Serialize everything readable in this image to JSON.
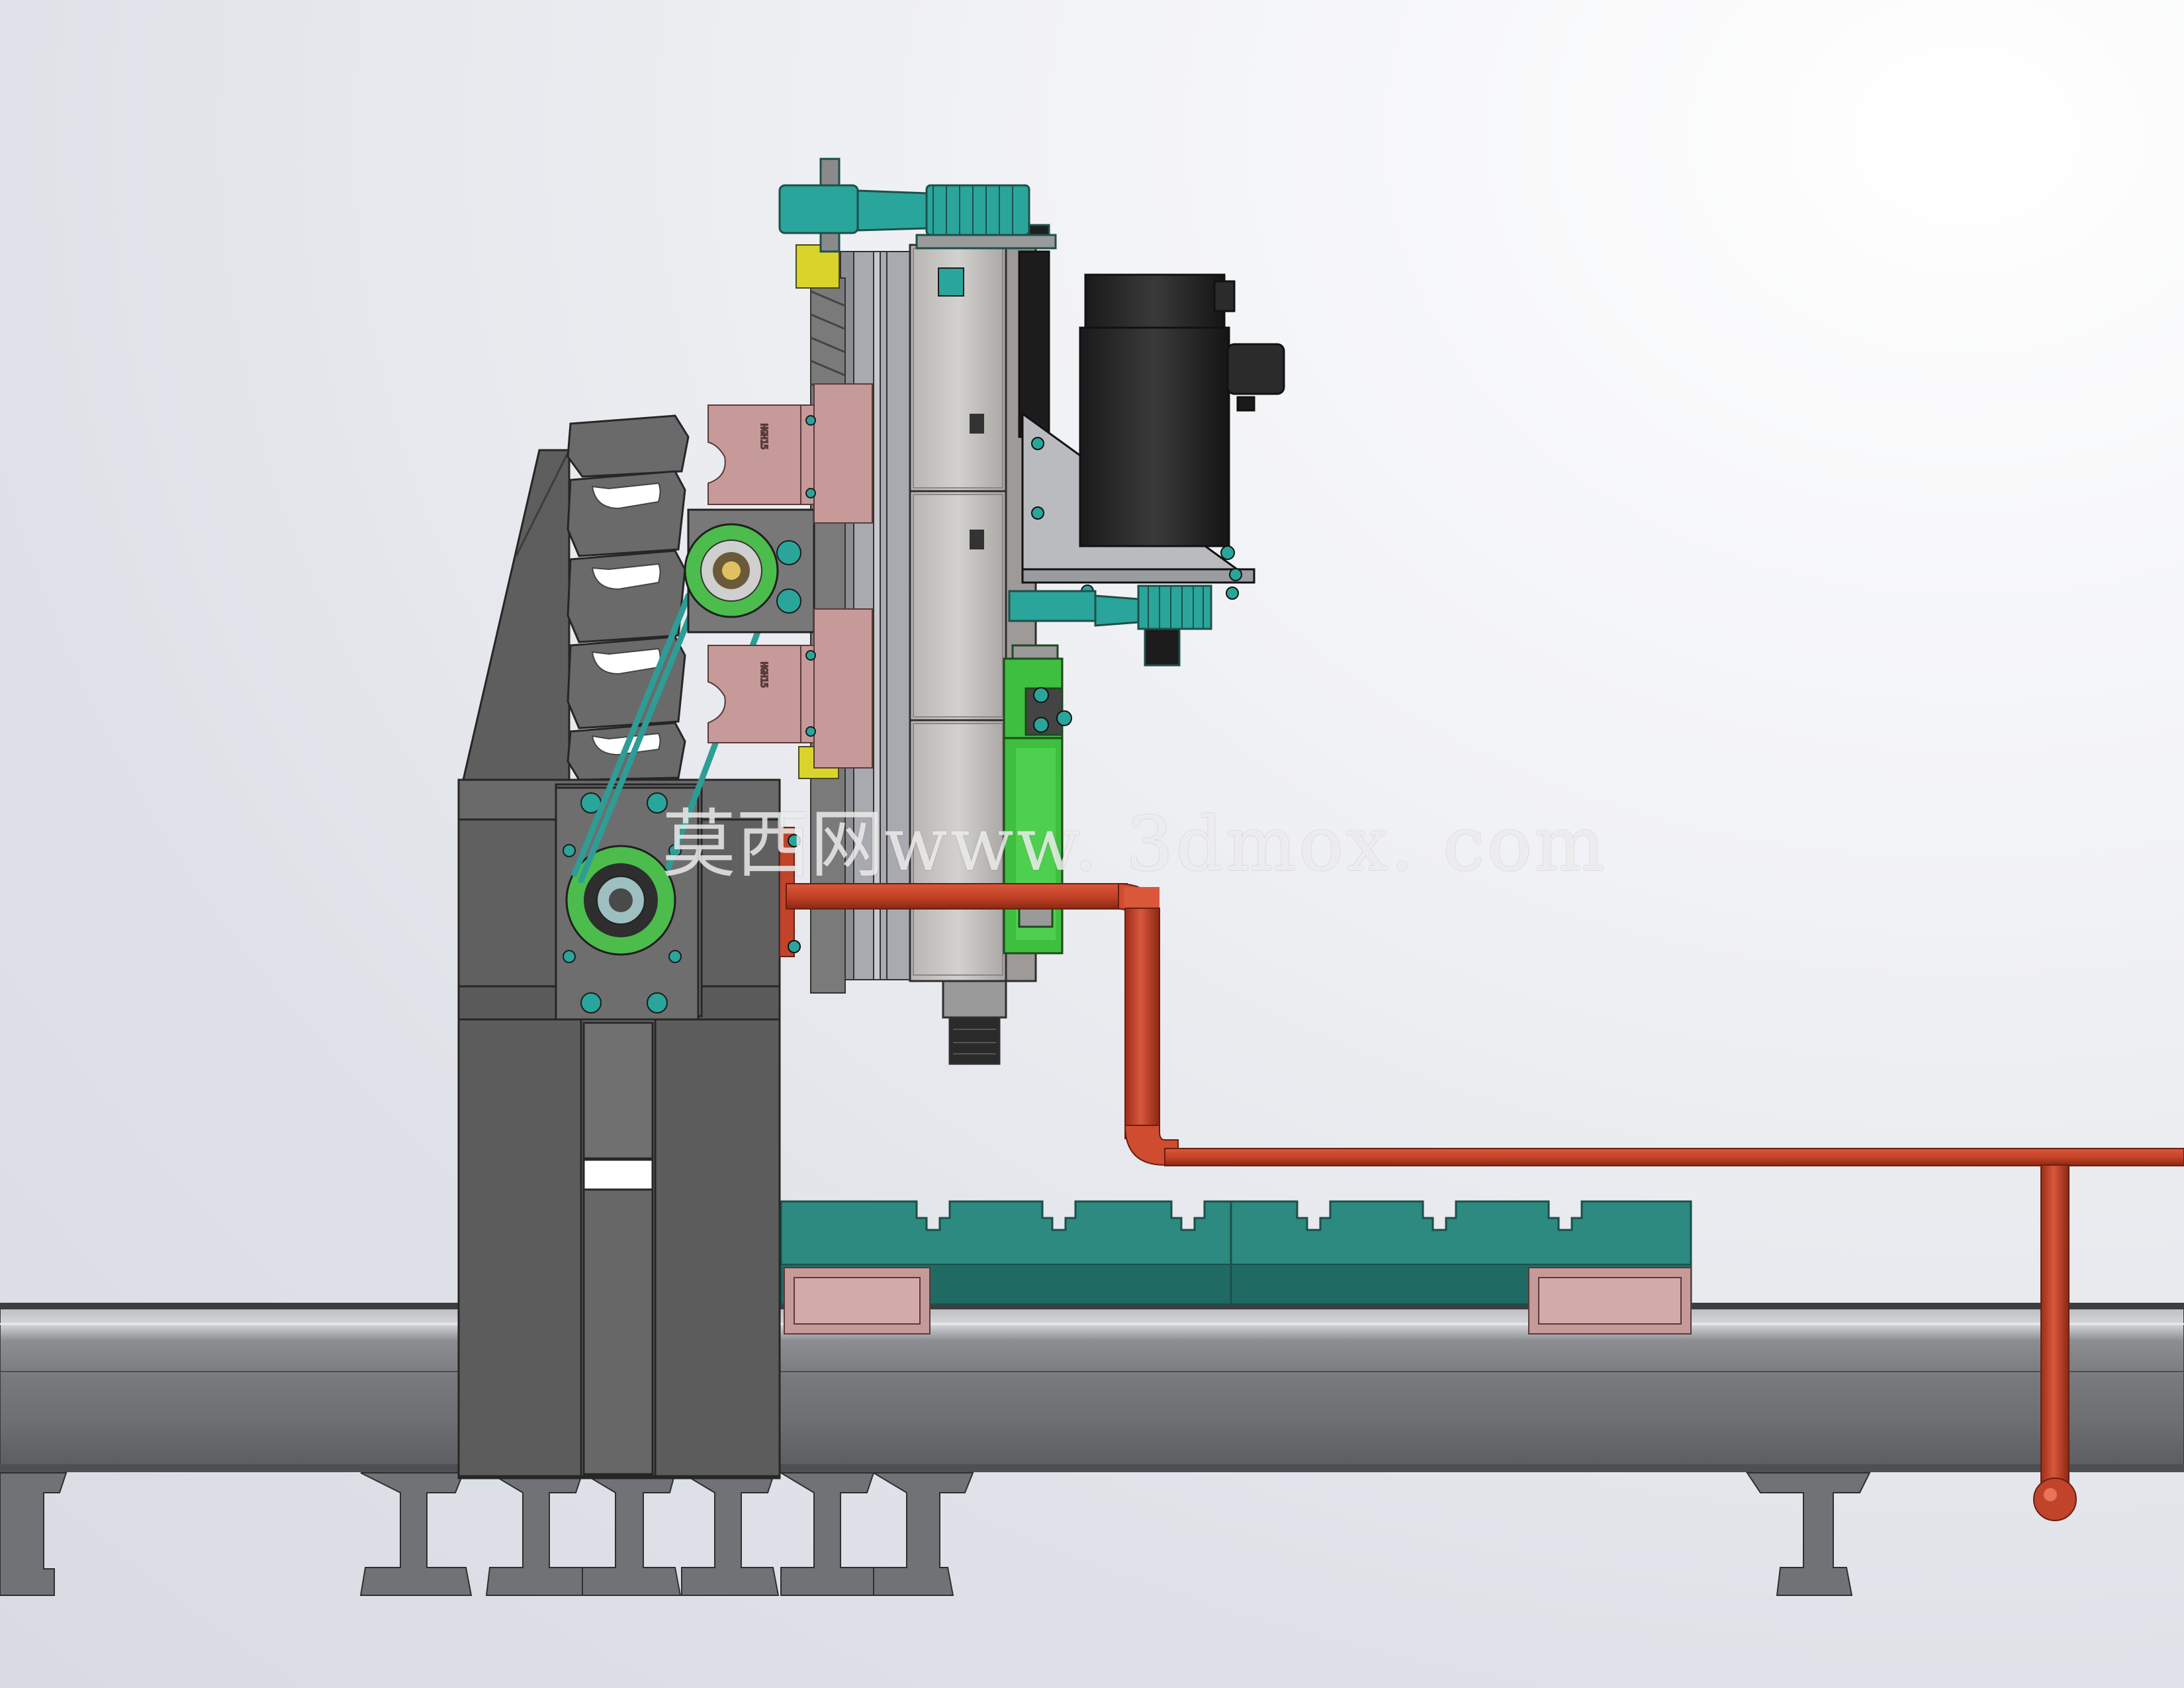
{
  "watermark": {
    "cn": "莫西网",
    "url": "www. 3dmox. com"
  },
  "block_marking": "HGH15",
  "colors": {
    "background": "#eceef2",
    "frame_gray": "#5c5c5c",
    "rail_steel": "#8a8c90",
    "gear_teal": "#2aa59b",
    "bed_teal": "#2c8c82",
    "carriage_pink": "#c79a9a",
    "pipe_orange": "#c0432a",
    "motor_black": "#232323",
    "guard_green": "#3fbf3f",
    "bracket_yellow": "#d8d42c",
    "pulley_green": "#4cbc4c"
  }
}
